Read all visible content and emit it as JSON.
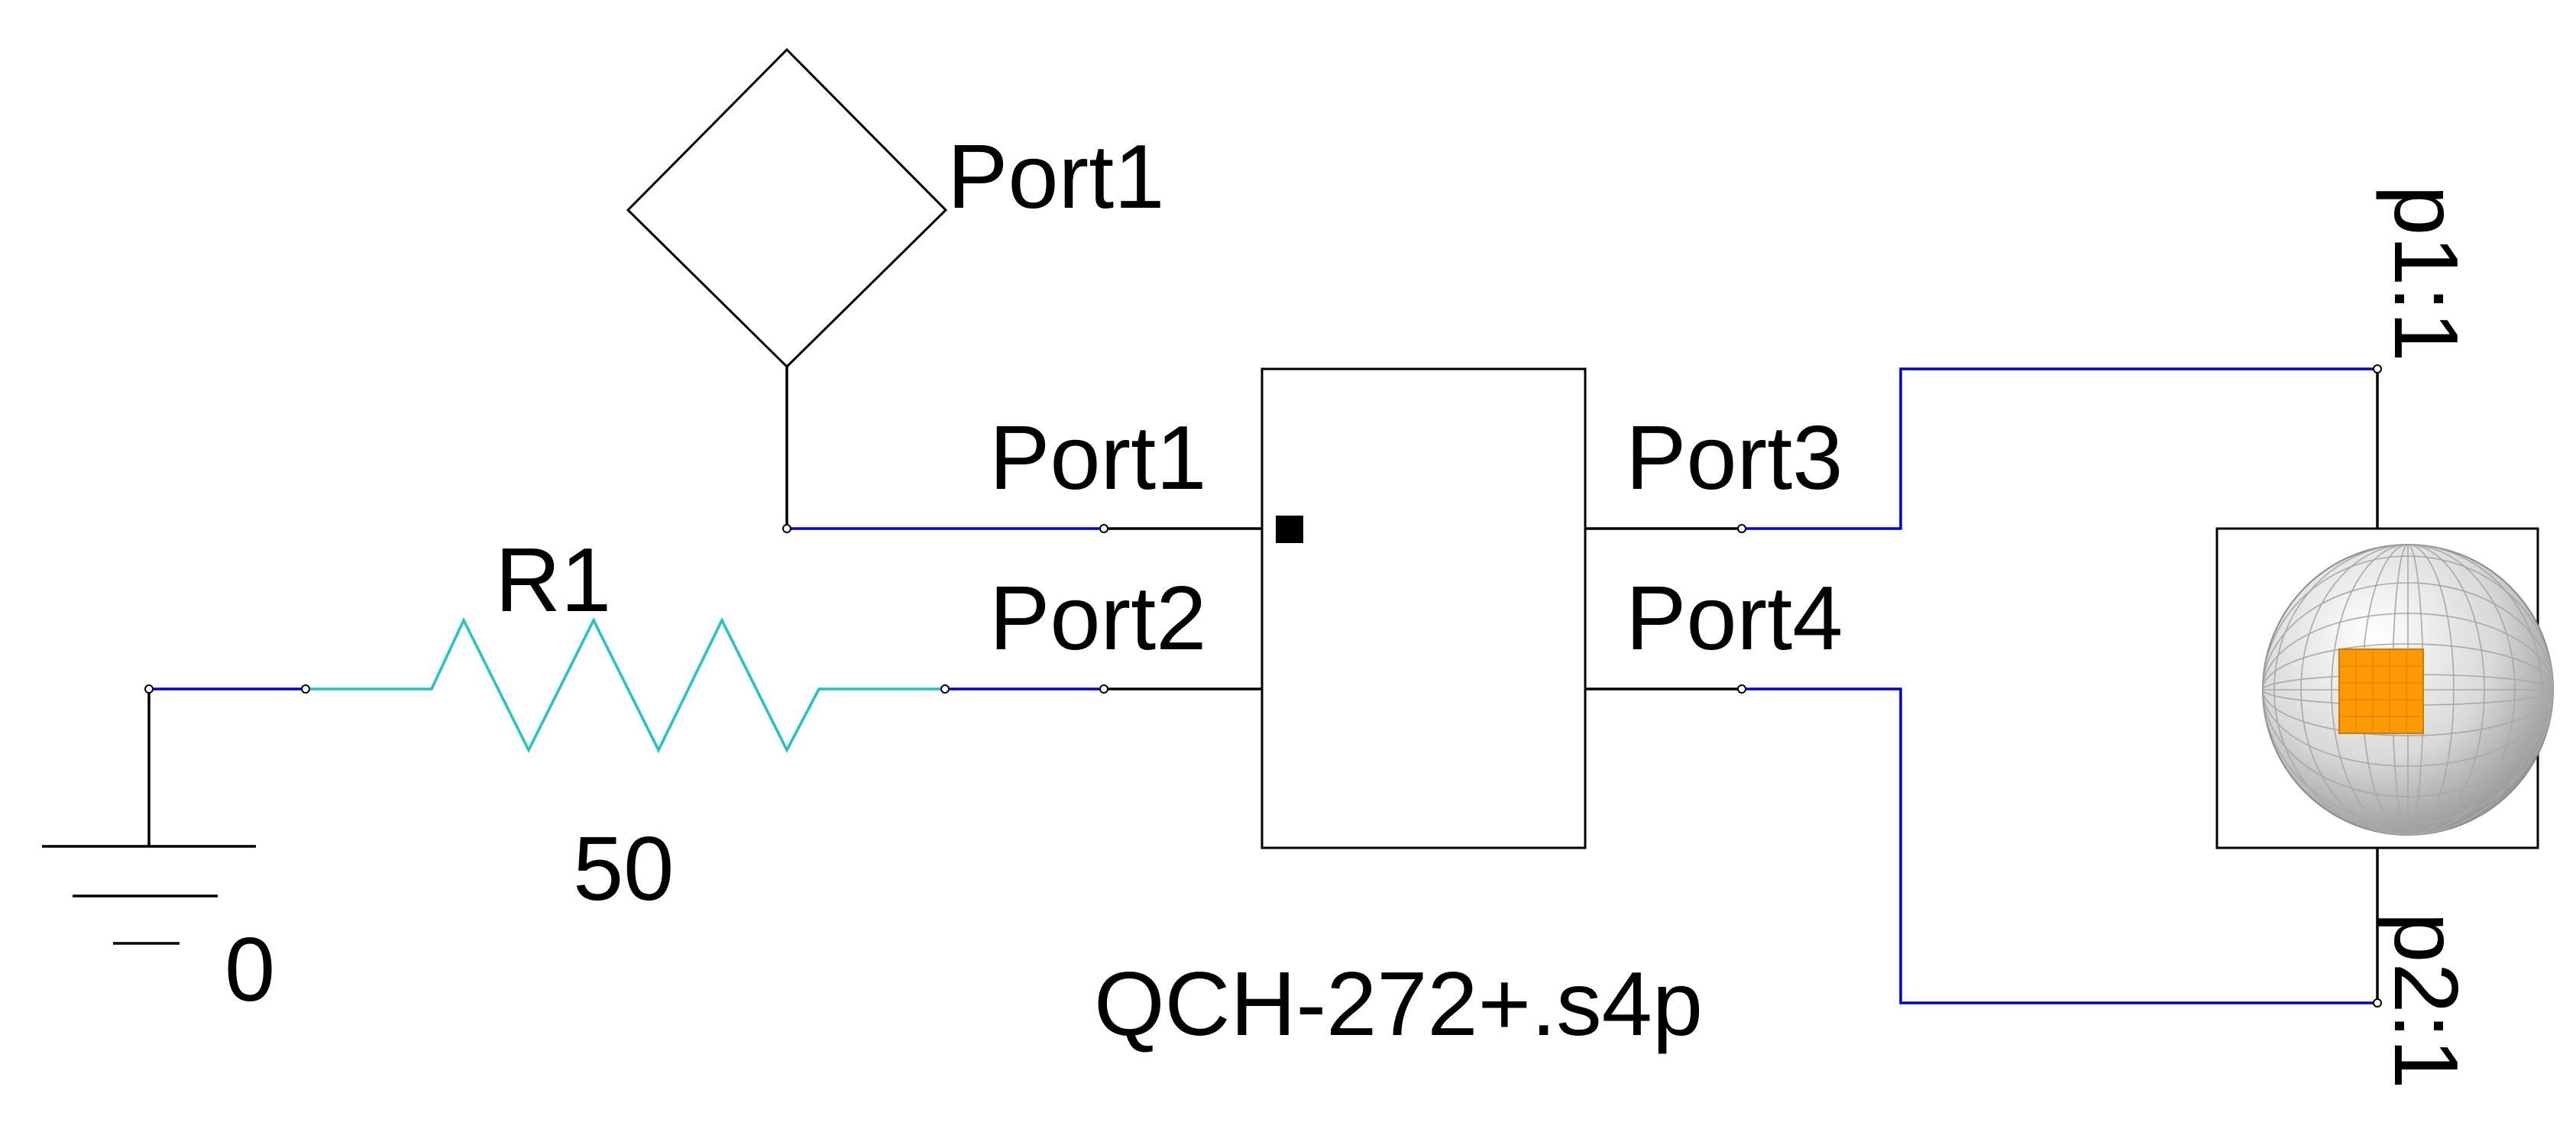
{
  "diagram": {
    "port_source": {
      "label": "Port1"
    },
    "resistor": {
      "name": "R1",
      "value": "50"
    },
    "ground": {
      "label": "0"
    },
    "sparam_block": {
      "file": "QCH-272+.s4p",
      "pins": {
        "p1": "Port1",
        "p2": "Port2",
        "p3": "Port3",
        "p4": "Port4"
      }
    },
    "probe": {
      "top_pin": "p1:1",
      "bottom_pin": "p2:1"
    },
    "colors": {
      "wire": "#0000cc",
      "resistor": "#1fc4c4",
      "probe_square": "#ff9900",
      "probe_sphere": "#d8d8d8"
    }
  }
}
